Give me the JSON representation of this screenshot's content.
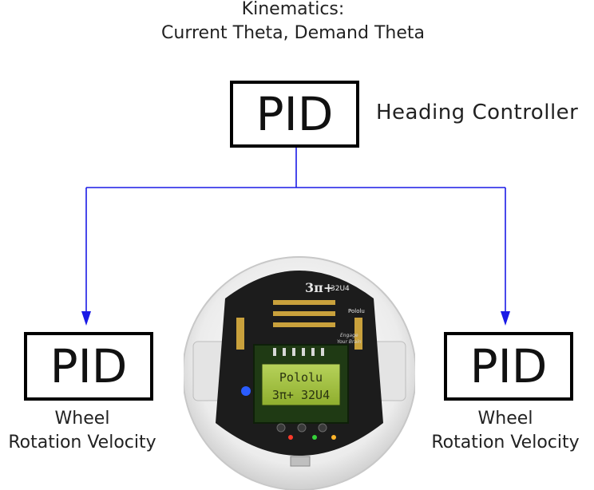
{
  "header": {
    "line1": "Kinematics:",
    "line2": "Current Theta, Demand Theta"
  },
  "heading_controller": {
    "box_label": "PID",
    "name": "Heading Controller"
  },
  "left_controller": {
    "box_label": "PID",
    "line1": "Wheel",
    "line2": "Rotation Velocity"
  },
  "right_controller": {
    "box_label": "PID",
    "line1": "Wheel",
    "line2": "Rotation Velocity"
  },
  "robot": {
    "lcd_line1": "Pololu",
    "lcd_line2": "3π+ 32U4",
    "board_logo": "3π+",
    "board_model": "32U4",
    "brand": "Pololu",
    "slogan_line1": "Engage",
    "slogan_line2": "Your Brain"
  },
  "colors": {
    "connector": "#1a1ae6",
    "box_border": "#000000",
    "lcd_green": "#9bbf3a",
    "pcb": "#1c1c1c",
    "chassis": "#f2f2f2"
  }
}
